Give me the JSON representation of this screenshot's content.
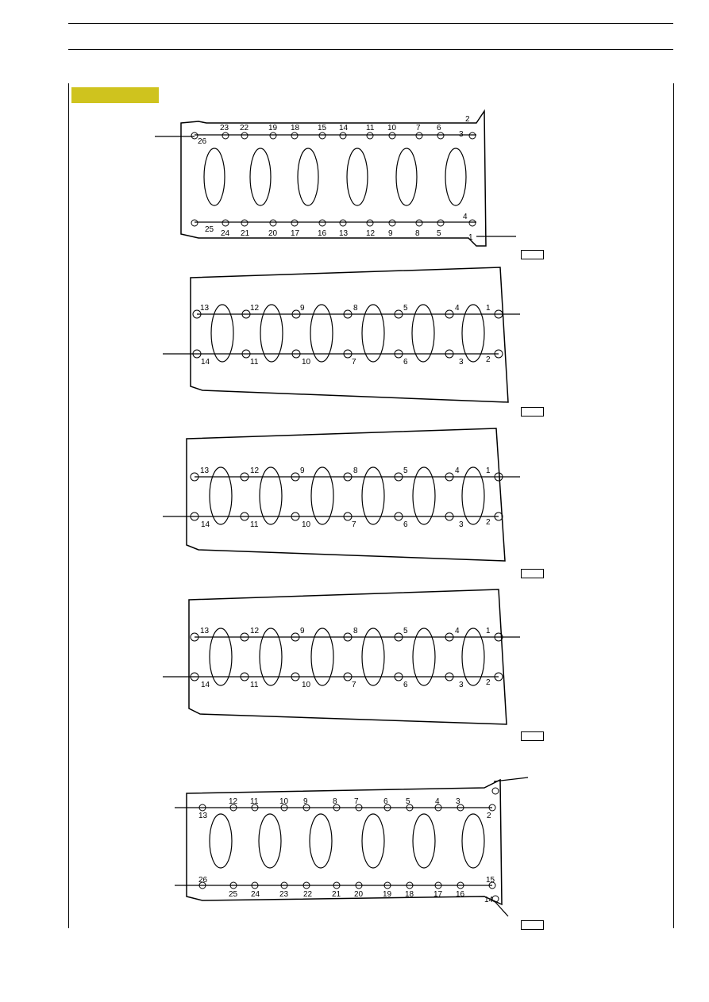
{
  "diagrams": [
    {
      "top_labels": [
        "23",
        "22",
        "19",
        "18",
        "15",
        "14",
        "11",
        "10",
        "7",
        "6",
        "2"
      ],
      "bottom_labels": [
        "25",
        "24",
        "21",
        "20",
        "17",
        "16",
        "13",
        "12",
        "9",
        "8",
        "5",
        "1"
      ],
      "side_labels": [
        "26",
        "3",
        "4"
      ]
    },
    {
      "top_labels": [
        "13",
        "12",
        "9",
        "8",
        "5",
        "4",
        "1"
      ],
      "bottom_labels": [
        "14",
        "11",
        "10",
        "7",
        "6",
        "3",
        "2"
      ]
    },
    {
      "top_labels": [
        "13",
        "12",
        "9",
        "8",
        "5",
        "4",
        "1"
      ],
      "bottom_labels": [
        "14",
        "11",
        "10",
        "7",
        "6",
        "3",
        "2"
      ]
    },
    {
      "top_labels": [
        "13",
        "12",
        "9",
        "8",
        "5",
        "4",
        "1"
      ],
      "bottom_labels": [
        "14",
        "11",
        "10",
        "7",
        "6",
        "3",
        "2"
      ]
    },
    {
      "top_labels": [
        "12",
        "11",
        "10",
        "9",
        "8",
        "7",
        "6",
        "5",
        "4",
        "3"
      ],
      "top_side": [
        "13",
        "2"
      ],
      "bottom_labels": [
        "25",
        "24",
        "23",
        "22",
        "21",
        "20",
        "19",
        "18",
        "17",
        "16"
      ],
      "bottom_side": [
        "26",
        "15",
        "14"
      ]
    }
  ]
}
